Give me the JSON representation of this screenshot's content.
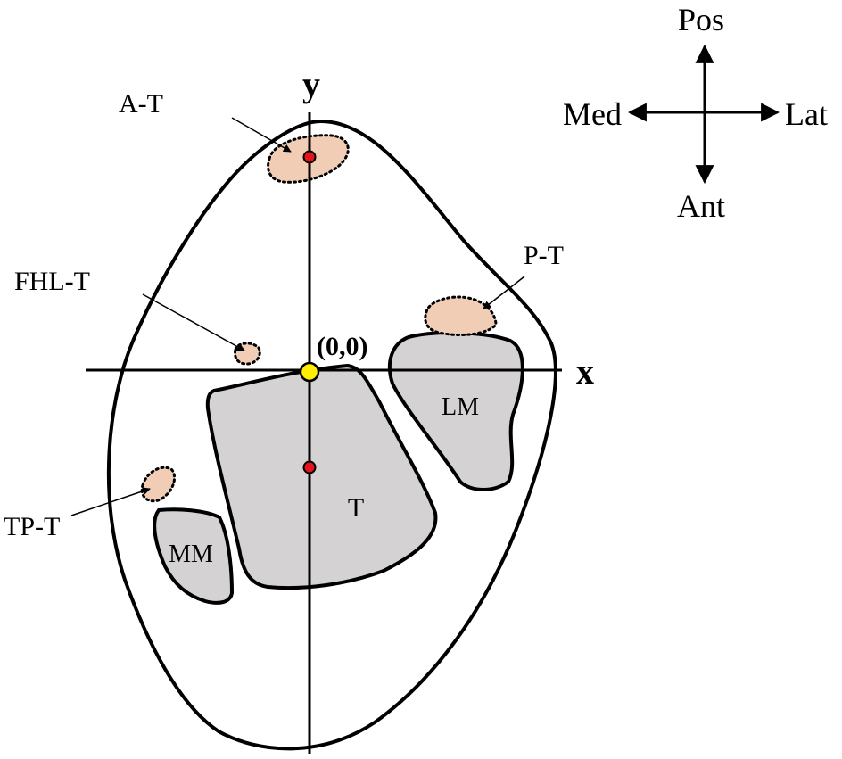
{
  "axes": {
    "x_label": "x",
    "y_label": "y",
    "origin_label": "(0,0)"
  },
  "compass": {
    "posterior": "Pos",
    "anterior": "Ant",
    "medial": "Med",
    "lateral": "Lat"
  },
  "tendons": {
    "achilles": "A-T",
    "fhl": "FHL-T",
    "peroneal": "P-T",
    "tibialis_posterior": "TP-T"
  },
  "bones": {
    "tibia": "T",
    "lateral_malleolus": "LM",
    "medial_malleolus": "MM"
  },
  "colors": {
    "outline": "#000000",
    "bone_fill": "#d4d2d3",
    "tendon_fill": "#f2cdb6",
    "origin_point": "#ffee00",
    "centroid_point": "#e3141b",
    "background": "#ffffff"
  }
}
